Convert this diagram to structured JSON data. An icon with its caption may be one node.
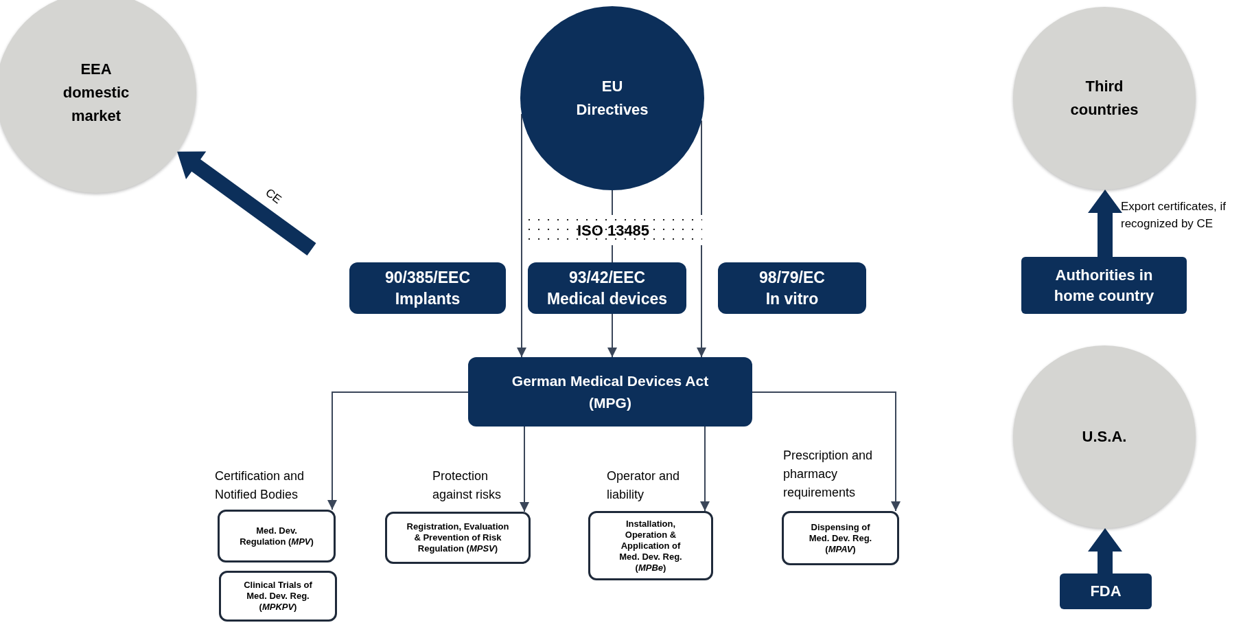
{
  "diagram": {
    "nodes": [
      {
        "text": [
          "EEA domestic market"
        ]
      },
      {
        "text": [
          "EU Directives"
        ]
      },
      {
        "text": [
          "Third countries"
        ]
      },
      {
        "text": [
          "ISO 13485"
        ]
      },
      {
        "text": [
          "90/385/EEC",
          "Implants"
        ]
      },
      {
        "text": [
          "93/42/EEC",
          "Medical devices"
        ]
      },
      {
        "text": [
          "98/79/EC",
          "In vitro"
        ]
      },
      {
        "text": [
          "Authorities in home country"
        ]
      },
      {
        "text": [
          "German Medical Devices Act (MPG)"
        ]
      },
      {
        "text": [
          "Med. Dev. Regulation (*MPV*)"
        ],
        "beside": [
          "Certification and Notified Bodies"
        ]
      },
      {
        "text": [
          "Registration, Evaluation & Prevention of Risk Regulation (*MPSV*)"
        ],
        "beside": [
          "Protection against risks"
        ]
      },
      {
        "text": [
          "Installation, Operation & Application of Med. Dev. Reg. (*MPBe*)"
        ],
        "beside": [
          "Operator and liability"
        ]
      },
      {
        "text": [
          "Dispensing of Med. Dev. Reg. (*MPAV*)"
        ],
        "beside": [
          "Prescription and pharmacy requirements"
        ]
      },
      {
        "text": [
          "Clinical Trials of Med. Dev. Reg. (*MPKPV*)"
        ]
      },
      {
        "text": [
          "U.S.A."
        ]
      },
      {
        "text": [
          "FDA"
        ]
      }
    ],
    "edges": [
      {
        "from": 1,
        "to": 8,
        "arrow": "to"
      },
      {
        "from": 1,
        "to": 3,
        "arrow": "none"
      },
      {
        "from": 3,
        "to": 5,
        "arrow": "none"
      },
      {
        "from": 5,
        "to": 8,
        "arrow": "to"
      },
      {
        "from": 1,
        "to": 8,
        "arrow": "to"
      },
      {
        "from": 8,
        "to": 9,
        "arrow": "to"
      },
      {
        "from": 8,
        "to": 10,
        "arrow": "to"
      },
      {
        "from": 8,
        "to": 11,
        "arrow": "to"
      },
      {
        "from": 8,
        "to": 12,
        "arrow": "to"
      },
      {
        "from": null,
        "to": 0,
        "arrow": "to",
        "label": "CE",
        "style": "thick",
        "color": "#0c2f5a"
      },
      {
        "from": 7,
        "to": 2,
        "arrow": "to",
        "label": "Export certificates, if recognized by CE",
        "style": "thick",
        "color": "#0c2f5a"
      },
      {
        "from": 15,
        "to": 14,
        "arrow": "to",
        "style": "thick",
        "color": "#0c2f5a"
      }
    ]
  }
}
